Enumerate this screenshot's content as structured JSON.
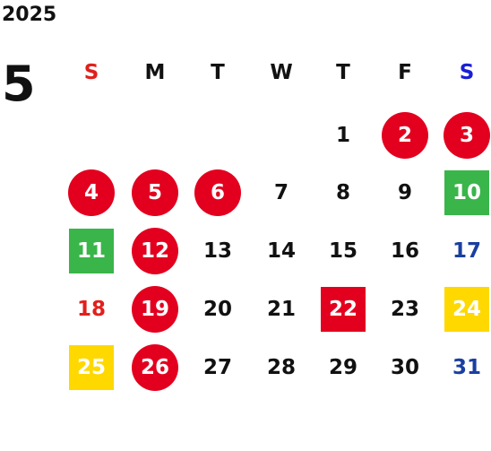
{
  "calendar": {
    "year": "2025",
    "month": "5",
    "weekdays": [
      "S",
      "M",
      "T",
      "W",
      "T",
      "F",
      "S"
    ],
    "days": [
      {
        "label": "1",
        "col": 5,
        "row": 0,
        "marker": "none"
      },
      {
        "label": "2",
        "col": 6,
        "row": 0,
        "marker": "red-circle"
      },
      {
        "label": "3",
        "col": 7,
        "row": 0,
        "marker": "red-circle"
      },
      {
        "label": "4",
        "col": 1,
        "row": 1,
        "marker": "red-circle"
      },
      {
        "label": "5",
        "col": 2,
        "row": 1,
        "marker": "red-circle"
      },
      {
        "label": "6",
        "col": 3,
        "row": 1,
        "marker": "red-circle"
      },
      {
        "label": "7",
        "col": 4,
        "row": 1,
        "marker": "none"
      },
      {
        "label": "8",
        "col": 5,
        "row": 1,
        "marker": "none"
      },
      {
        "label": "9",
        "col": 6,
        "row": 1,
        "marker": "none"
      },
      {
        "label": "10",
        "col": 7,
        "row": 1,
        "marker": "green-square"
      },
      {
        "label": "11",
        "col": 1,
        "row": 2,
        "marker": "green-square"
      },
      {
        "label": "12",
        "col": 2,
        "row": 2,
        "marker": "red-circle"
      },
      {
        "label": "13",
        "col": 3,
        "row": 2,
        "marker": "none"
      },
      {
        "label": "14",
        "col": 4,
        "row": 2,
        "marker": "none"
      },
      {
        "label": "15",
        "col": 5,
        "row": 2,
        "marker": "none"
      },
      {
        "label": "16",
        "col": 6,
        "row": 2,
        "marker": "none"
      },
      {
        "label": "17",
        "col": 7,
        "row": 2,
        "marker": "none"
      },
      {
        "label": "18",
        "col": 1,
        "row": 3,
        "marker": "none"
      },
      {
        "label": "19",
        "col": 2,
        "row": 3,
        "marker": "red-circle"
      },
      {
        "label": "20",
        "col": 3,
        "row": 3,
        "marker": "none"
      },
      {
        "label": "21",
        "col": 4,
        "row": 3,
        "marker": "none"
      },
      {
        "label": "22",
        "col": 5,
        "row": 3,
        "marker": "red-square"
      },
      {
        "label": "23",
        "col": 6,
        "row": 3,
        "marker": "none"
      },
      {
        "label": "24",
        "col": 7,
        "row": 3,
        "marker": "yellow-square"
      },
      {
        "label": "25",
        "col": 1,
        "row": 4,
        "marker": "yellow-square"
      },
      {
        "label": "26",
        "col": 2,
        "row": 4,
        "marker": "red-circle"
      },
      {
        "label": "27",
        "col": 3,
        "row": 4,
        "marker": "none"
      },
      {
        "label": "28",
        "col": 4,
        "row": 4,
        "marker": "none"
      },
      {
        "label": "29",
        "col": 5,
        "row": 4,
        "marker": "none"
      },
      {
        "label": "30",
        "col": 6,
        "row": 4,
        "marker": "none"
      },
      {
        "label": "31",
        "col": 7,
        "row": 4,
        "marker": "none"
      }
    ]
  },
  "colors": {
    "text": "#111111",
    "sunday": "#e0201c",
    "saturday": "#1a3fa0",
    "red": "#e3001f",
    "green": "#3ab54a",
    "yellow": "#ffd800",
    "on_marker": "#ffffff"
  }
}
